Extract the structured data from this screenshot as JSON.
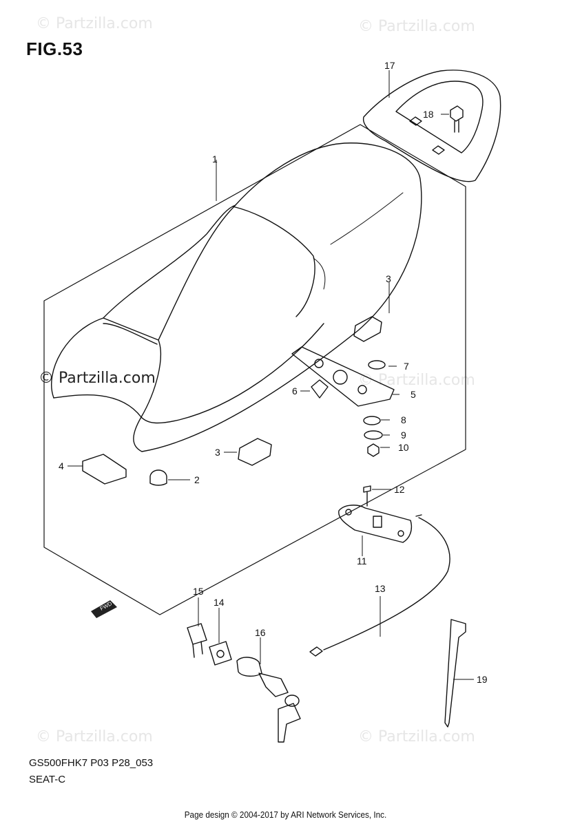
{
  "figure": {
    "title": "FIG.53",
    "model_code": "GS500FHK7 P03 P28_053",
    "section_name": "SEAT-C"
  },
  "watermark": {
    "text": "© Partzilla.com"
  },
  "credit": "Page design © 2004-2017 by ARI Network Services, Inc.",
  "callouts": [
    "1",
    "2",
    "3",
    "3",
    "4",
    "5",
    "6",
    "7",
    "8",
    "9",
    "10",
    "11",
    "12",
    "13",
    "14",
    "15",
    "16",
    "17",
    "18",
    "19"
  ],
  "fwd_label": "FWD"
}
